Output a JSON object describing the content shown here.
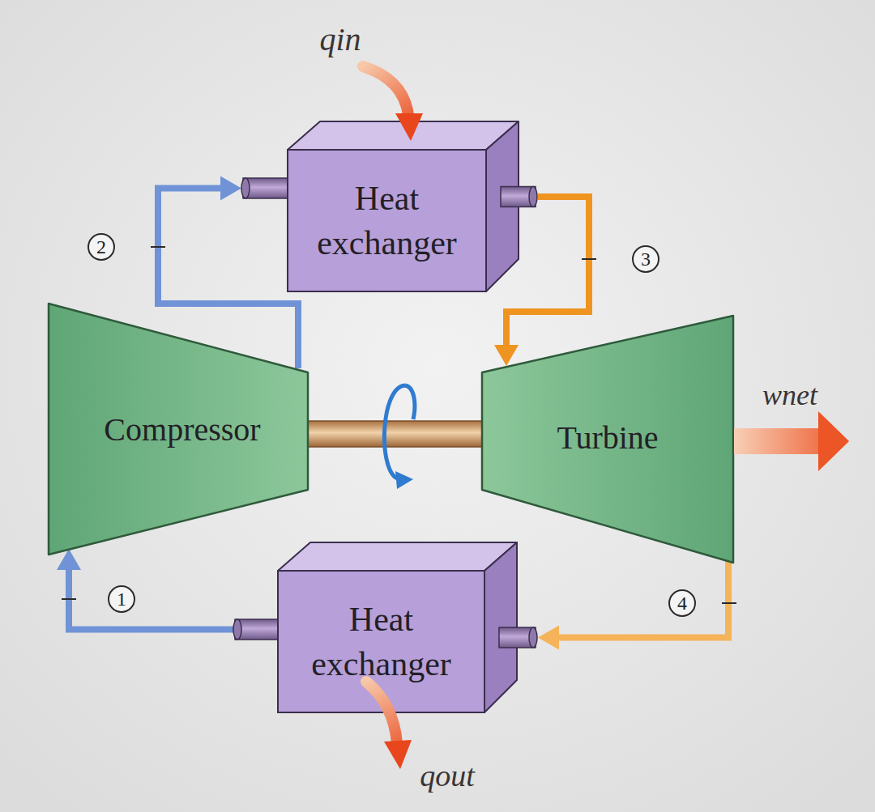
{
  "diagram": {
    "nodes": [
      {
        "text": [
          "Heat exchanger"
        ]
      },
      {
        "text": [
          "Compressor"
        ]
      },
      {
        "text": [
          "Turbine"
        ]
      },
      {
        "text": [
          "Heat exchanger"
        ]
      }
    ],
    "edges": [
      {
        "from": 1,
        "to": 0,
        "arrow": "to",
        "label": "2"
      },
      {
        "from": 0,
        "to": 2,
        "arrow": "to",
        "label": "3"
      },
      {
        "from": 2,
        "to": 3,
        "arrow": "to",
        "label": "4"
      },
      {
        "from": 3,
        "to": 1,
        "arrow": "to",
        "label": "1"
      }
    ],
    "labels": [
      "qin",
      "qout",
      "wnet"
    ]
  }
}
